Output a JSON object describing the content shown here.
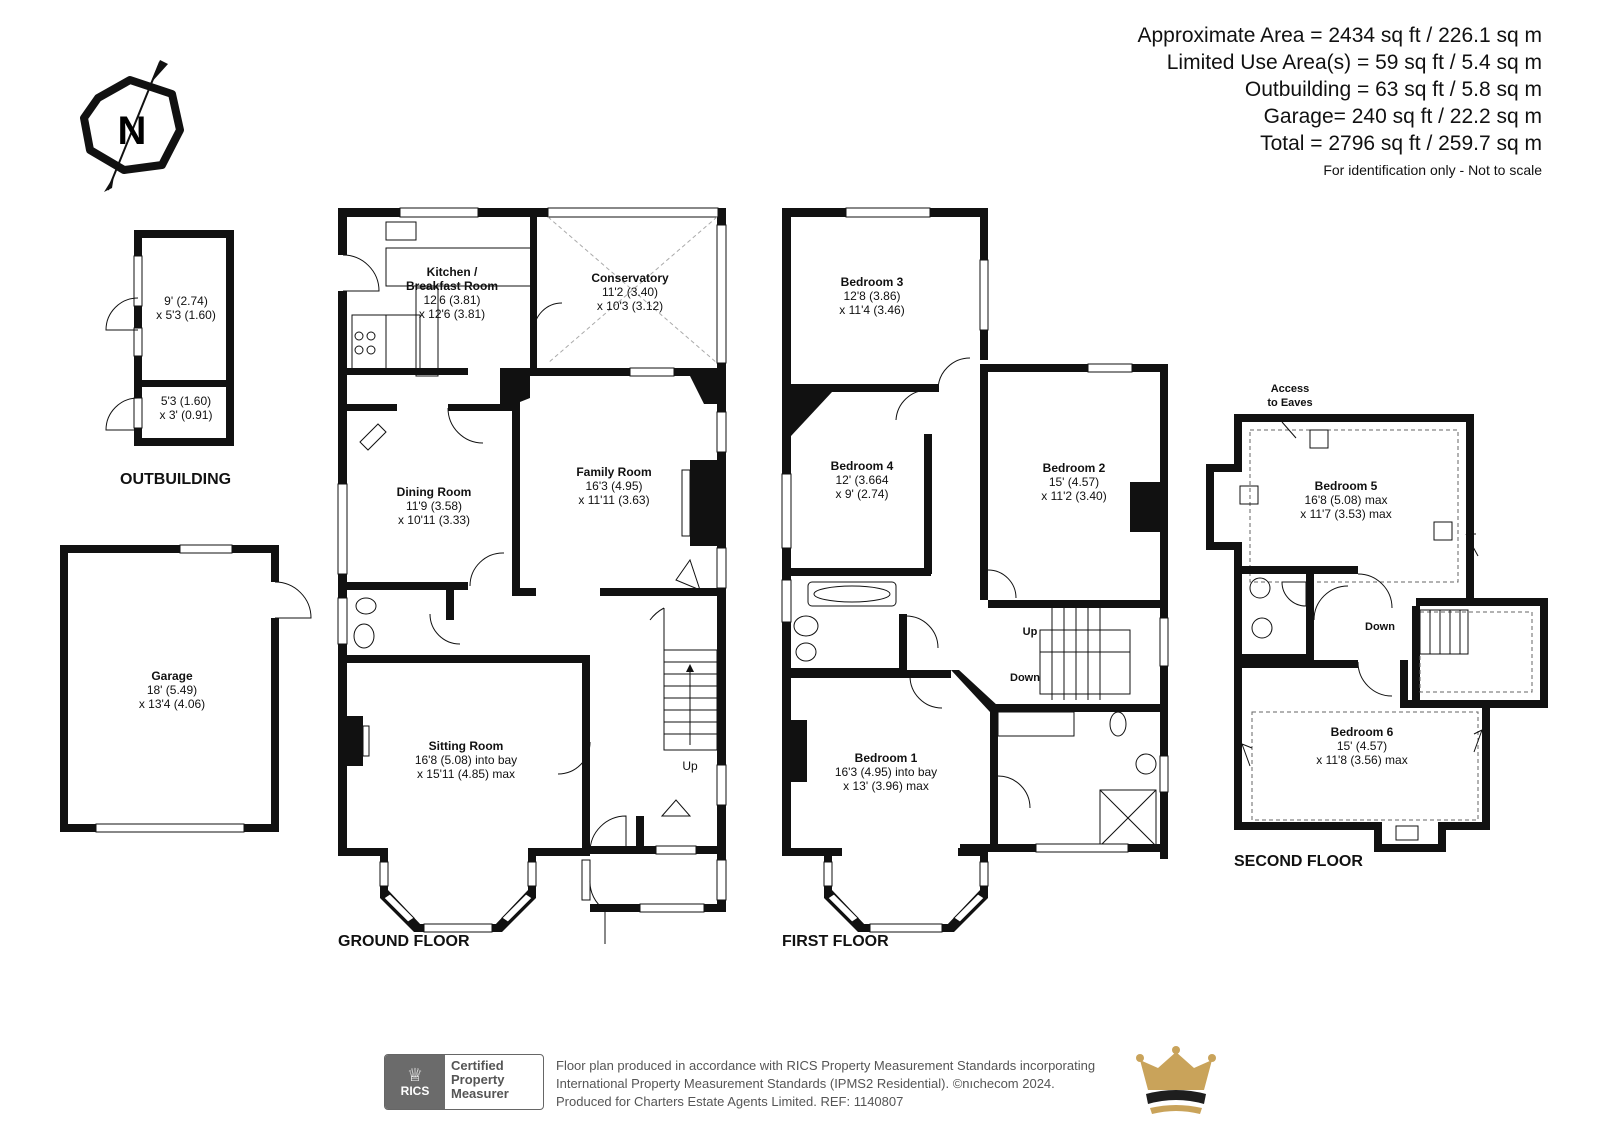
{
  "areas": [
    "Approximate Area = 2434 sq ft / 226.1 sq m",
    "Limited Use Area(s) = 59 sq ft / 5.4 sq m",
    "Outbuilding = 63 sq ft / 5.8 sq m",
    "Garage= 240 sq ft / 22.2 sq m",
    "Total = 2796 sq ft / 259.7 sq m"
  ],
  "disclaimer": "For identification only - Not to scale",
  "compass_letter": "N",
  "floors": {
    "outbuilding": "OUTBUILDING",
    "ground": "GROUND FLOOR",
    "first": "FIRST FLOOR",
    "second": "SECOND FLOOR"
  },
  "rooms": {
    "outbuilding_1": {
      "l1": "9' (2.74)",
      "l2": "x 5'3 (1.60)"
    },
    "outbuilding_2": {
      "l1": "5'3 (1.60)",
      "l2": "x 3' (0.91)"
    },
    "garage": {
      "name": "Garage",
      "l1": "18' (5.49)",
      "l2": "x 13'4 (4.06)"
    },
    "kitchen": {
      "name1": "Kitchen /",
      "name2": "Breakfast Room",
      "l1": "12'6 (3.81)",
      "l2": "x 12'6 (3.81)"
    },
    "conservatory": {
      "name": "Conservatory",
      "l1": "11'2 (3.40)",
      "l2": "x 10'3 (3.12)"
    },
    "dining": {
      "name": "Dining Room",
      "l1": "11'9 (3.58)",
      "l2": "x 10'11 (3.33)"
    },
    "family": {
      "name": "Family Room",
      "l1": "16'3 (4.95)",
      "l2": "x 11'11 (3.63)"
    },
    "sitting": {
      "name": "Sitting Room",
      "l1": "16'8 (5.08) into bay",
      "l2": "x 15'11 (4.85) max"
    },
    "bedroom3": {
      "name": "Bedroom 3",
      "l1": "12'8 (3.86)",
      "l2": "x 11'4 (3.46)"
    },
    "bedroom4": {
      "name": "Bedroom 4",
      "l1": "12' (3.664",
      "l2": "x 9' (2.74)"
    },
    "bedroom2": {
      "name": "Bedroom 2",
      "l1": "15' (4.57)",
      "l2": "x 11'2 (3.40)"
    },
    "bedroom1": {
      "name": "Bedroom 1",
      "l1": "16'3 (4.95) into bay",
      "l2": "x 13' (3.96) max"
    },
    "bedroom5": {
      "name": "Bedroom 5",
      "l1": "16'8 (5.08) max",
      "l2": "x 11'7 (3.53) max"
    },
    "bedroom6": {
      "name": "Bedroom 6",
      "l1": "15' (4.57)",
      "l2": "x 11'8 (3.56) max"
    }
  },
  "stairs": {
    "ground_up": "Up",
    "first_up": "Up",
    "first_down": "Down",
    "second_down": "Down"
  },
  "eaves": {
    "l1": "Access",
    "l2": "to Eaves"
  },
  "footer": {
    "line1": "Floor plan produced in accordance with RICS Property Measurement Standards incorporating",
    "line2": "International Property Measurement Standards (IPMS2 Residential).  ©nıchecom 2024.",
    "line3": "Produced for Charters Estate Agents Limited.   REF:  1140807"
  },
  "rics": {
    "logo": "RICS",
    "t1": "Certified",
    "t2": "Property",
    "t3": "Measurer"
  },
  "colors": {
    "wall": "#111111",
    "crown_gold": "#c9a35a",
    "crown_dark": "#1e1e1e",
    "rics_grey": "#6b6b6b"
  }
}
